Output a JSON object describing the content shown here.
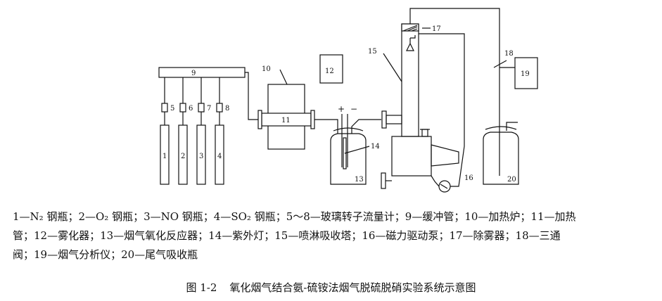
{
  "components": {
    "n1": "1",
    "n2": "2",
    "n3": "3",
    "n4": "4",
    "n5": "5",
    "n6": "6",
    "n7": "7",
    "n8": "8",
    "n9": "9",
    "n10": "10",
    "n11": "11",
    "n12": "12",
    "n13": "13",
    "n14": "14",
    "n15": "15",
    "n16": "16",
    "n17": "17",
    "n18": "18",
    "n19": "19",
    "n20": "20"
  },
  "electrode_plus": "+",
  "electrode_minus": "−",
  "legend": {
    "line1": "1—N₂ 钢瓶；2—O₂ 钢瓶；3—NO 钢瓶；4—SO₂ 钢瓶；5～8—玻璃转子流量计；9—缓冲管；10—加热炉；11—加热",
    "line2": "管；12—雾化器；13—烟气氧化反应器；14—紫外灯；15—喷淋吸收塔；16—磁力驱动泵；17—除雾器；18—三通",
    "line3": "阀；19—烟气分析仪；20—尾气吸收瓶"
  },
  "figure": {
    "number": "图 1-2",
    "title": "氧化烟气结合氨-硫铵法烟气脱硫脱硝实验系统示意图"
  }
}
